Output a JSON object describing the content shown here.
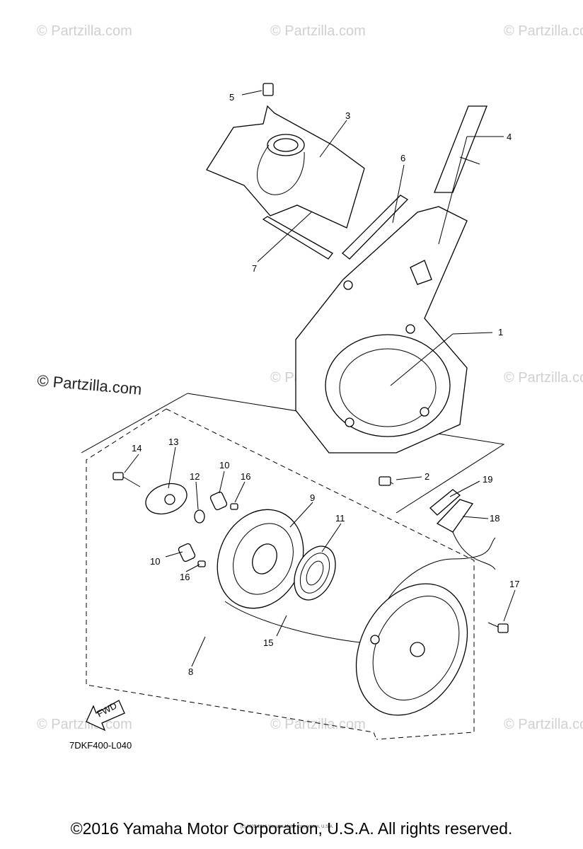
{
  "watermarks": {
    "corner_text": "© Partzilla.com",
    "main_text": "© Partzilla.com"
  },
  "diagram": {
    "code": "7DKF400-L040",
    "fwd_label": "FWD",
    "small_notice": "(c) 2005-2016 Yamaha Motor Corporation, U.S.A.",
    "callouts": [
      {
        "id": "c1",
        "label": "1"
      },
      {
        "id": "c2",
        "label": "2"
      },
      {
        "id": "c3",
        "label": "3"
      },
      {
        "id": "c4",
        "label": "4"
      },
      {
        "id": "c5",
        "label": "5"
      },
      {
        "id": "c6",
        "label": "6"
      },
      {
        "id": "c7",
        "label": "7"
      },
      {
        "id": "c8",
        "label": "8"
      },
      {
        "id": "c9",
        "label": "9"
      },
      {
        "id": "c10a",
        "label": "10"
      },
      {
        "id": "c10b",
        "label": "10"
      },
      {
        "id": "c11",
        "label": "11"
      },
      {
        "id": "c12",
        "label": "12"
      },
      {
        "id": "c13",
        "label": "13"
      },
      {
        "id": "c14",
        "label": "14"
      },
      {
        "id": "c15",
        "label": "15"
      },
      {
        "id": "c16a",
        "label": "16"
      },
      {
        "id": "c16b",
        "label": "16"
      },
      {
        "id": "c17",
        "label": "17"
      },
      {
        "id": "c18",
        "label": "18"
      },
      {
        "id": "c19",
        "label": "19"
      }
    ]
  },
  "footer": {
    "copyright": "©2016 Yamaha Motor Corporation, U.S.A. All rights reserved."
  }
}
